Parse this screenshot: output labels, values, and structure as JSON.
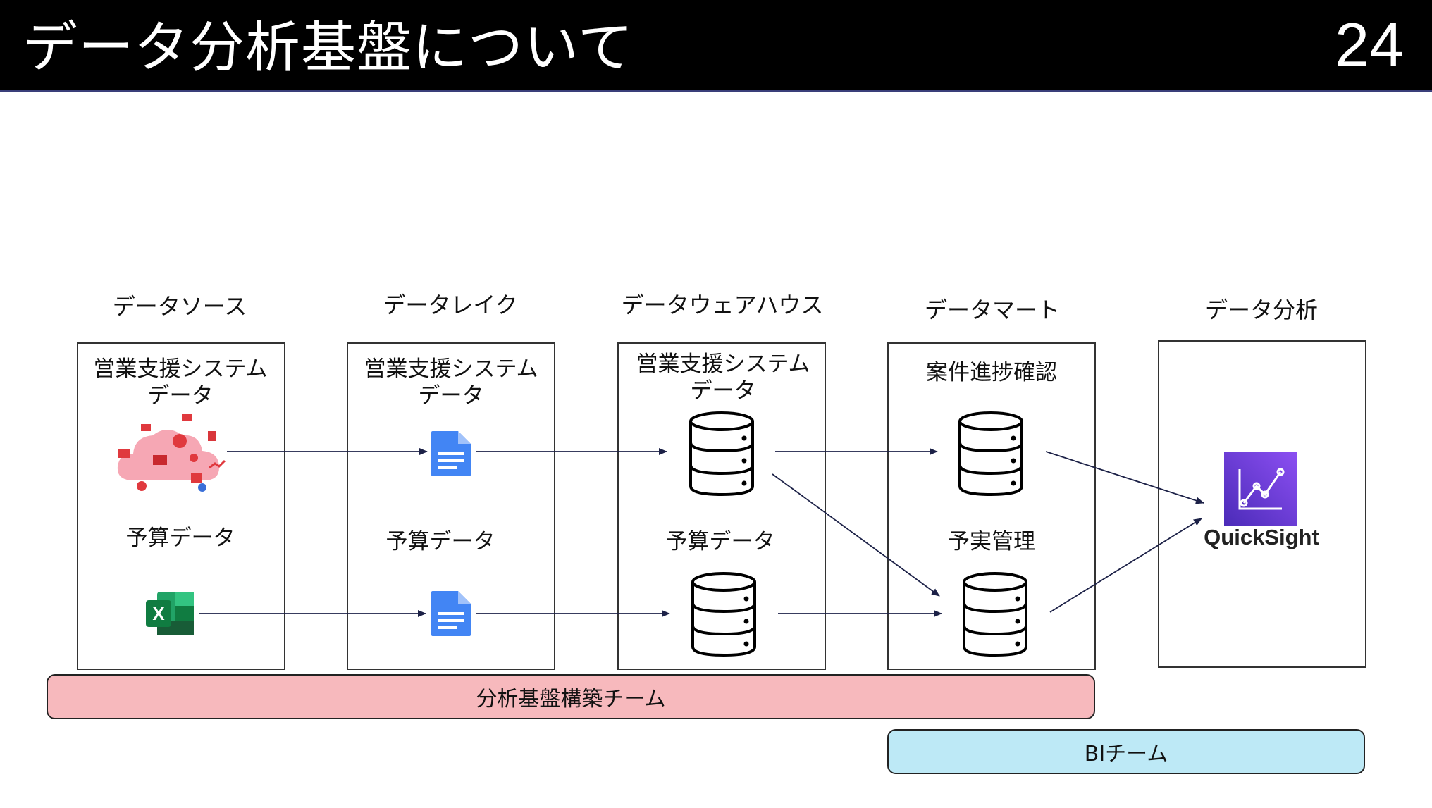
{
  "slide": {
    "title": "データ分析基盤について",
    "page_number": "24"
  },
  "stages": [
    {
      "label": "データソース",
      "items": [
        "営業支援システム\nデータ",
        "予算データ"
      ]
    },
    {
      "label": "データレイク",
      "items": [
        "営業支援システム\nデータ",
        "予算データ"
      ]
    },
    {
      "label": "データウェアハウス",
      "items": [
        "営業支援システム\nデータ",
        "予算データ"
      ]
    },
    {
      "label": "データマート",
      "items": [
        "案件進捗確認",
        "予実管理"
      ]
    },
    {
      "label": "データ分析",
      "items": []
    }
  ],
  "tool": {
    "label": "QuickSight",
    "icon": "quicksight-icon"
  },
  "teams": {
    "platform": "分析基盤構築チーム",
    "bi": "BIチーム"
  },
  "colors": {
    "header_bg": "#000000",
    "platform_team": "#f7b9bd",
    "bi_team": "#bde9f6",
    "arrow": "#1c2147",
    "quicksight_purple": "#7a3fe0"
  }
}
